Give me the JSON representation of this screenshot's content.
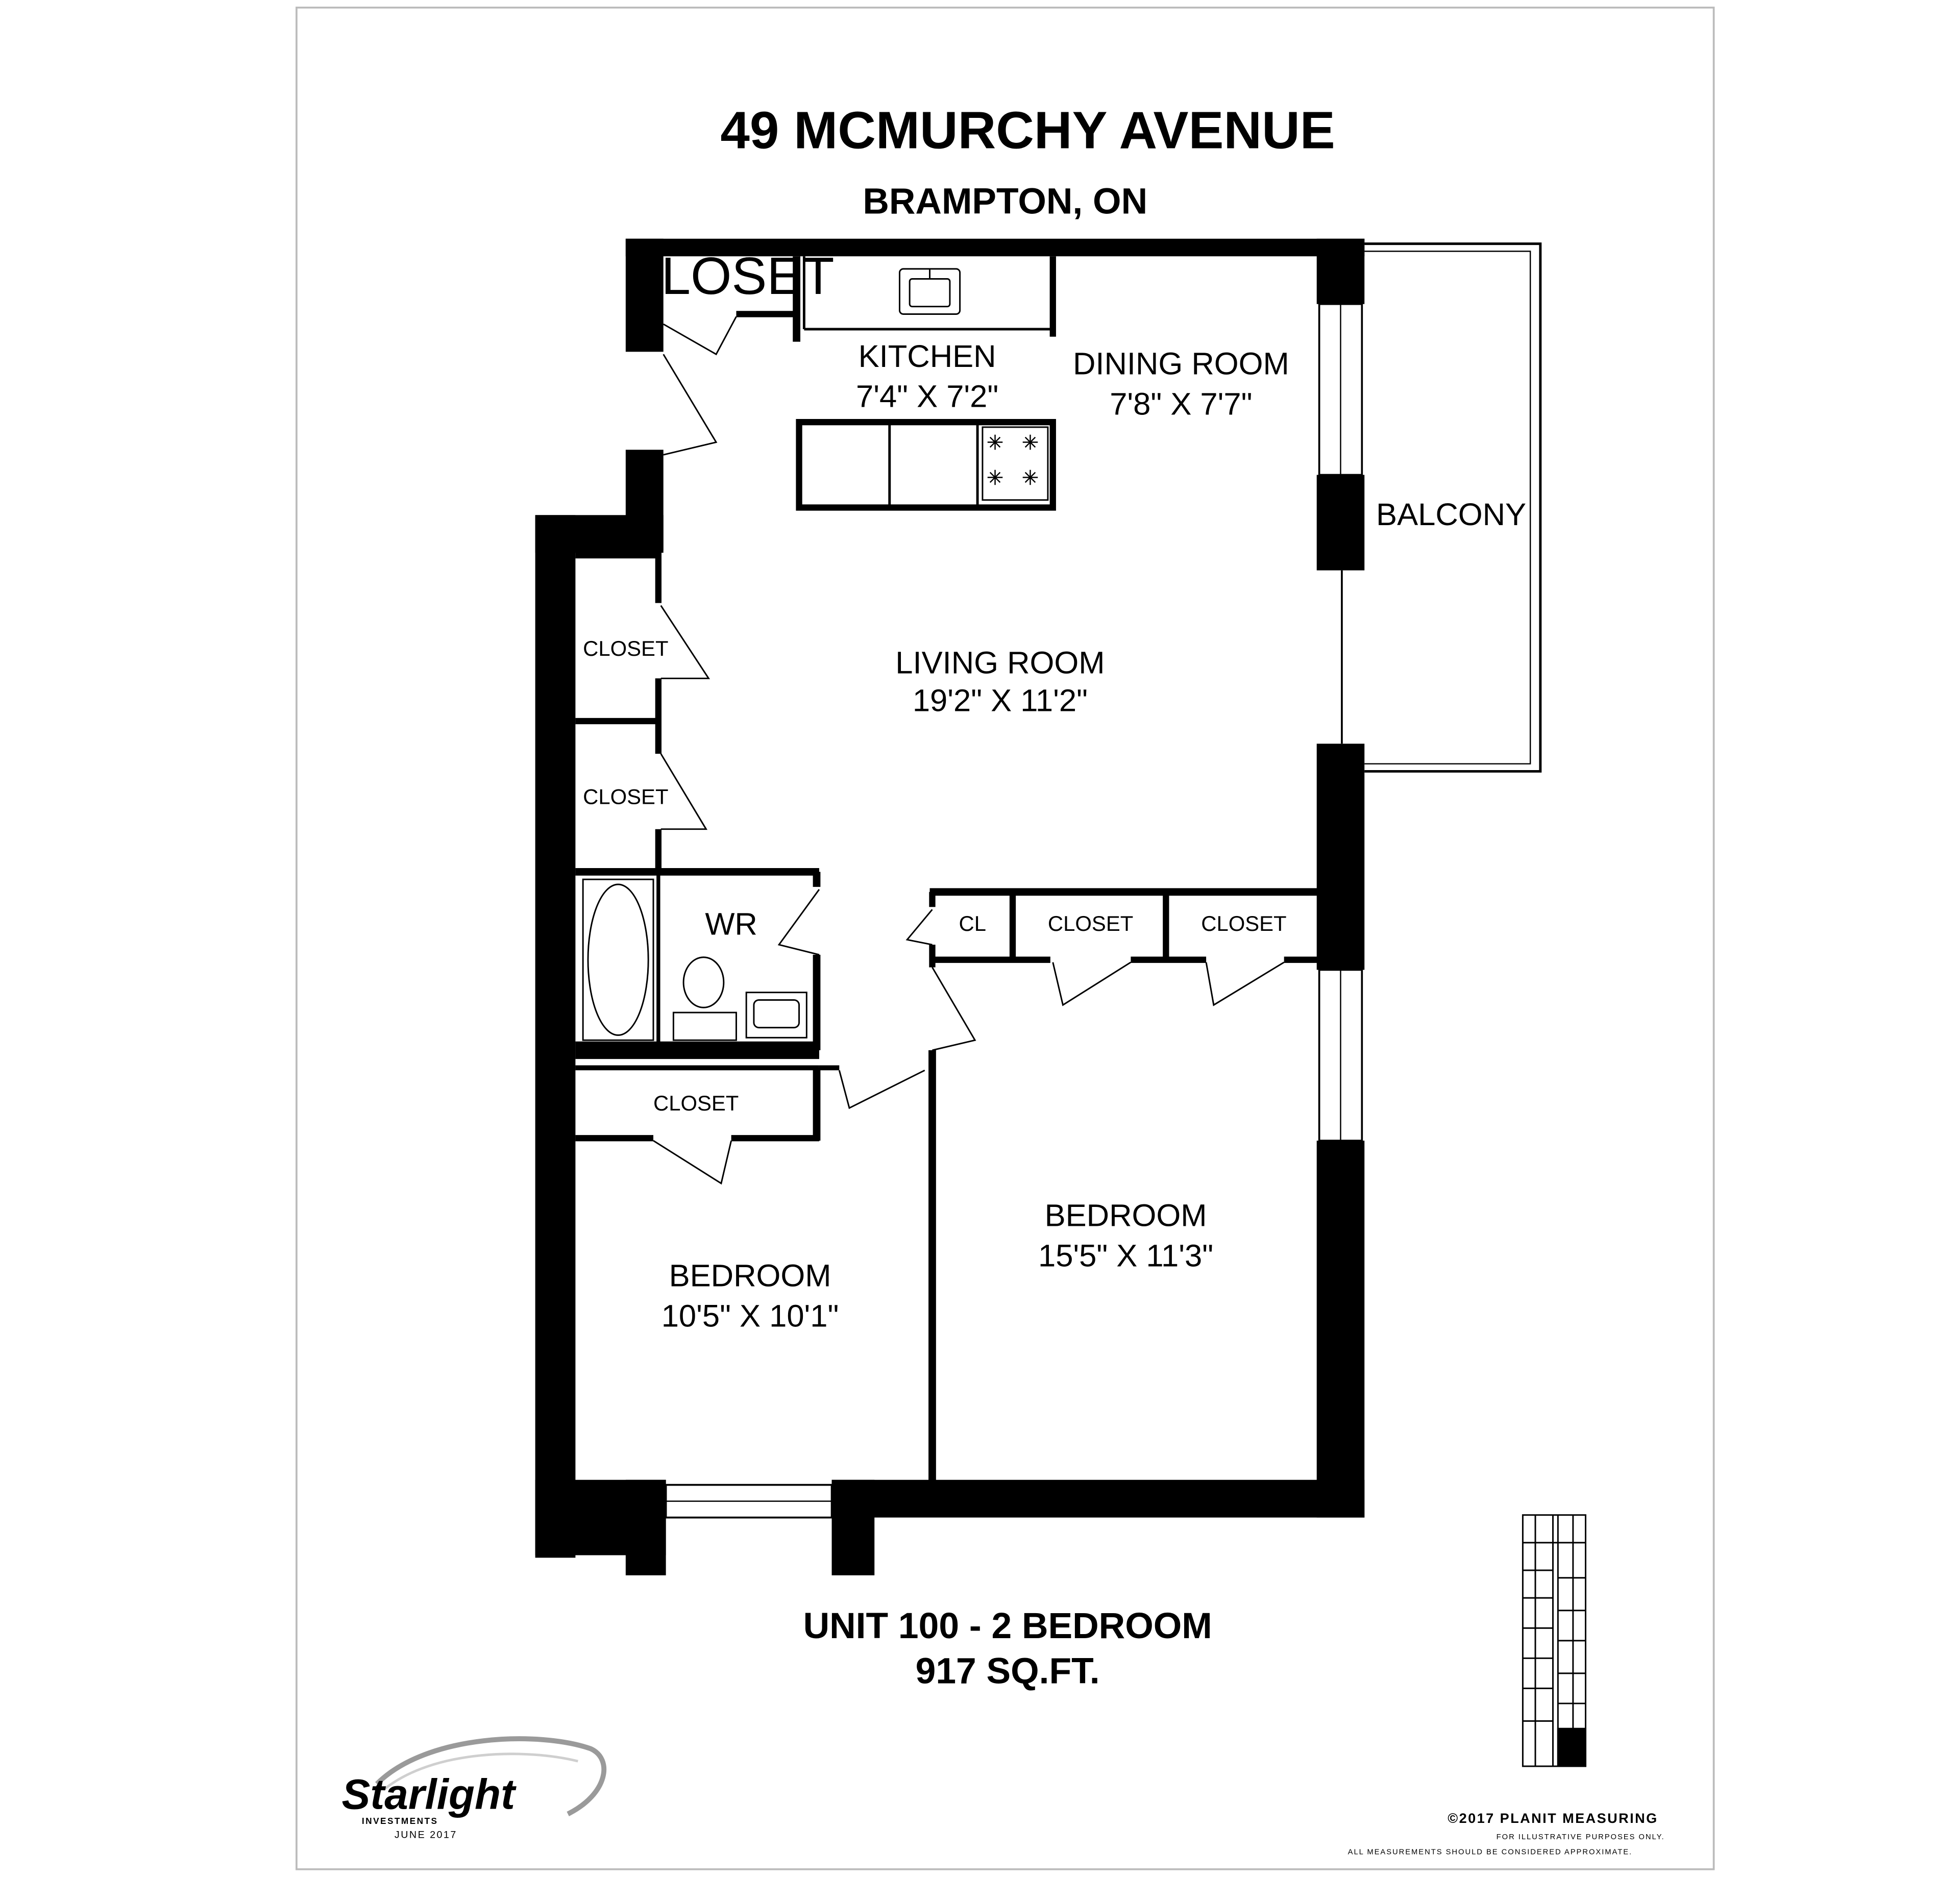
{
  "header": {
    "address": "49 MCMURCHY AVENUE",
    "city": "BRAMPTON, ON"
  },
  "rooms": {
    "closet_top": "CLOSET",
    "kitchen_name": "KITCHEN",
    "kitchen_size": "7'4\" X 7'2\"",
    "dining_name": "DINING ROOM",
    "dining_size": "7'8\" X 7'7\"",
    "balcony": "BALCONY",
    "closet_left_1": "CLOSET",
    "closet_left_2": "CLOSET",
    "living_name": "LIVING ROOM",
    "living_size": "19'2\" X 11'2\"",
    "wr": "WR",
    "cl": "CL",
    "closet_mid_1": "CLOSET",
    "closet_mid_2": "CLOSET",
    "closet_bed1": "CLOSET",
    "bedroom1_name": "BEDROOM",
    "bedroom1_size": "10'5\" X 10'1\"",
    "bedroom2_name": "BEDROOM",
    "bedroom2_size": "15'5\" X 11'3\""
  },
  "footer": {
    "unit": "UNIT 100 - 2 BEDROOM",
    "area": "917 SQ.FT.",
    "copyright": "©2017 PLANIT MEASURING",
    "disclaimer_1": "FOR ILLUSTRATIVE PURPOSES ONLY.",
    "disclaimer_2": "ALL MEASUREMENTS SHOULD BE CONSIDERED APPROXIMATE."
  },
  "logo": {
    "brand": "Starlight",
    "sub": "INVESTMENTS",
    "date": "JUNE 2017"
  }
}
